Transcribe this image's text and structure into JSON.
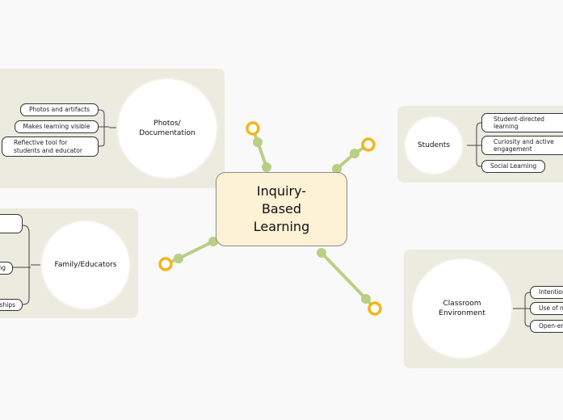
{
  "center": {
    "label": "Inquiry-Based Learning"
  },
  "branches": {
    "photos": {
      "label": "Photos/ Documentation",
      "items": [
        "Photos and artifacts",
        "Makes learning visible",
        "Reflective tool for students and educator"
      ]
    },
    "students": {
      "label": "Students",
      "items": [
        "Student-directed learning",
        "Curiosity and active engagement",
        "Social Learning"
      ]
    },
    "family": {
      "label": "Family/Educators",
      "items": [
        "",
        "rning",
        "ships"
      ]
    },
    "classroom": {
      "label": "Classroom Environment",
      "items": [
        "Intention",
        "Use of n",
        "Open-en"
      ]
    }
  },
  "colors": {
    "background": "#f9f9f9",
    "panel": "#ecebe0",
    "center_fill": "#fdf1d6",
    "connector": "#b9cf84",
    "handle_ring": "#f2b618"
  }
}
